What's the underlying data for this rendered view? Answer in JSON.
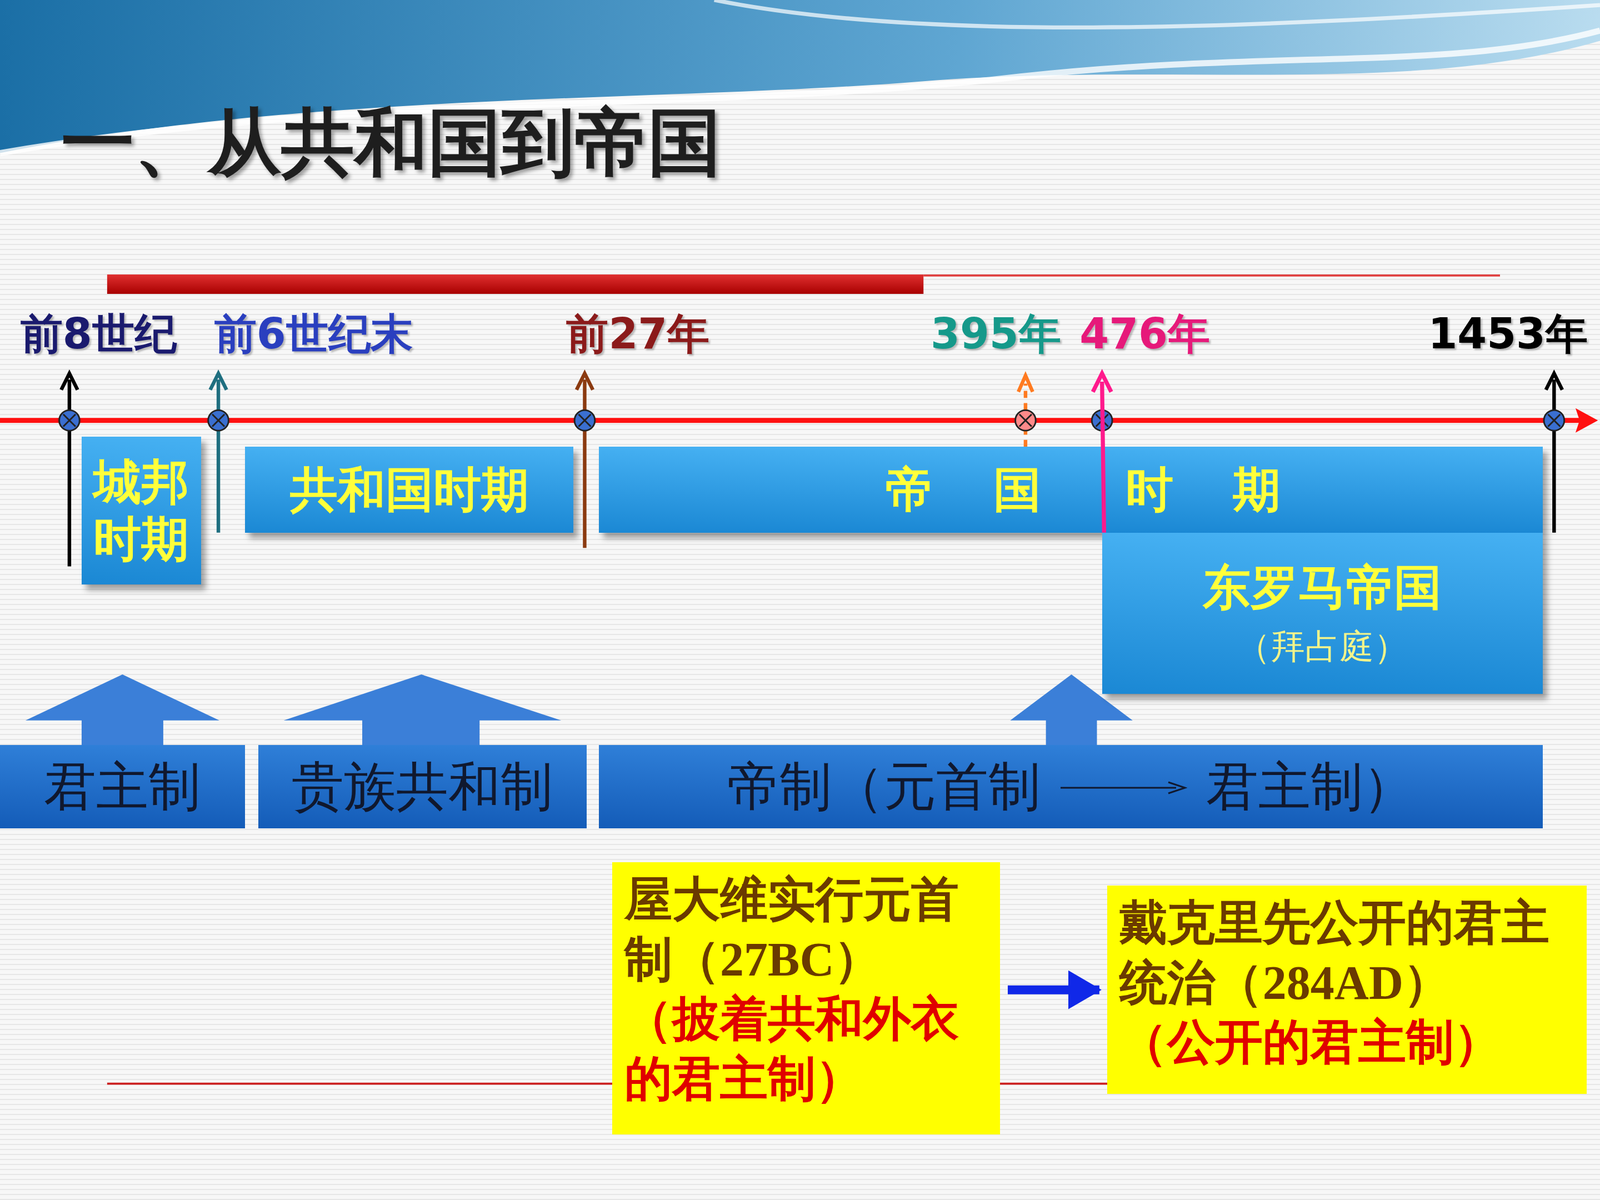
{
  "diagram": {
    "title": "一、从共和国到帝国",
    "nodes": [
      {
        "text": [
          "城邦时期"
        ]
      },
      {
        "text": [
          "共和国时期"
        ]
      },
      {
        "text": [
          "帝 国",
          "时 期"
        ]
      },
      {
        "text": [
          "东罗马帝国",
          "（拜占庭）"
        ]
      },
      {
        "text": [
          "君主制"
        ]
      },
      {
        "text": [
          "贵族共和制"
        ]
      },
      {
        "text": [
          "帝制（元首制",
          "君主制）"
        ]
      },
      {
        "text": [
          "屋大维实行元首制（27BC）",
          "（披着共和外衣的君主制）"
        ]
      },
      {
        "text": [
          "戴克里先公开的君主统治（284AD）",
          "（公开的君主制）"
        ]
      }
    ],
    "edges": [
      {
        "from": 7,
        "to": 8,
        "arrow": "to"
      }
    ],
    "labels": [
      "前8世纪",
      "前6世纪末",
      "前27年",
      "395年",
      "476年",
      "1453年"
    ]
  }
}
